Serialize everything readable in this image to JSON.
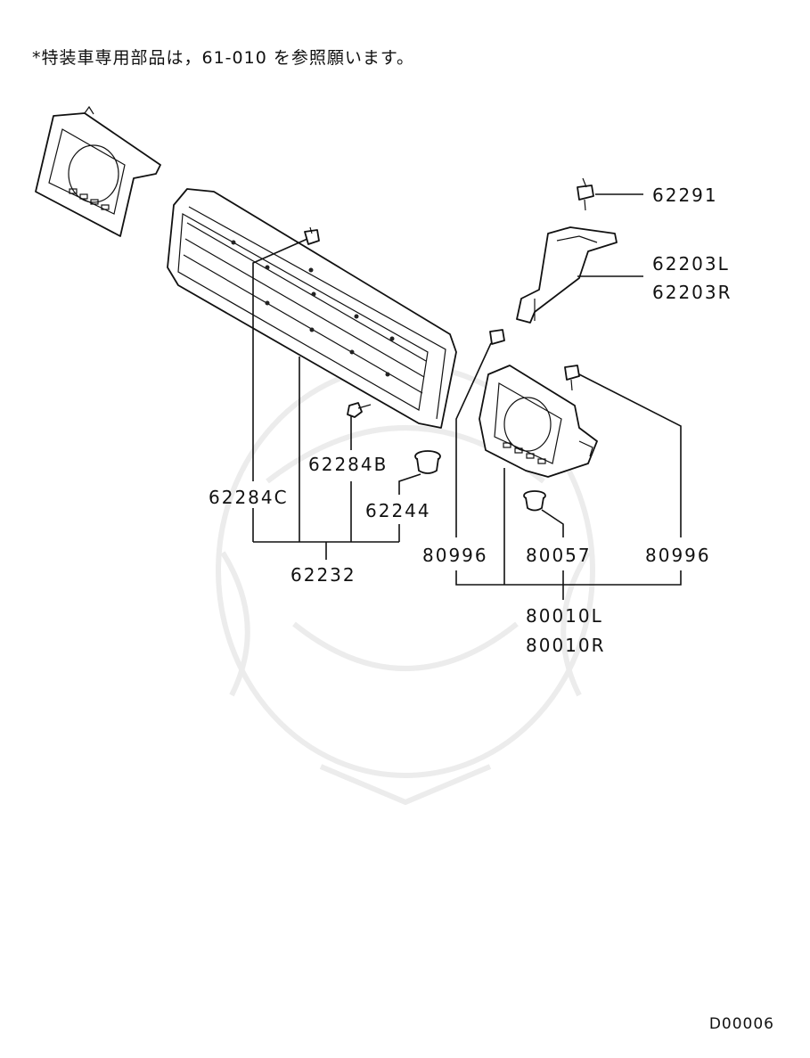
{
  "note": "*特装車専用部品は，61-010 を参照願います。",
  "diagram_code": "D00006",
  "labels": {
    "p62291": "62291",
    "p62203L": "62203L",
    "p62203R": "62203R",
    "p62284B": "62284B",
    "p62284C": "62284C",
    "p62244": "62244",
    "p62232": "62232",
    "p80996_left": "80996",
    "p80057": "80057",
    "p80996_right": "80996",
    "p80010L": "80010L",
    "p80010R": "80010R"
  }
}
